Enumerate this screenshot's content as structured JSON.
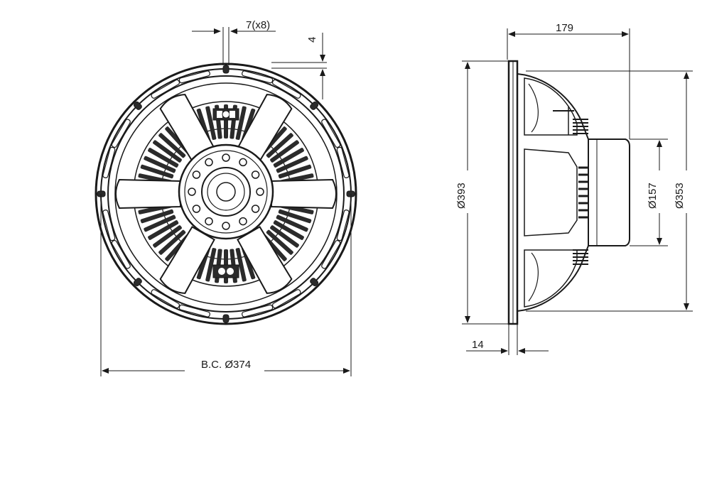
{
  "front_view": {
    "hole_size_label": "7(x8)",
    "offset_label": "4",
    "bolt_circle_label": "B.C. Ø374"
  },
  "side_view": {
    "depth_label": "179",
    "outer_diameter_label": "Ø393",
    "magnet_diameter_label": "Ø157",
    "cutout_diameter_label": "Ø353",
    "flange_thickness_label": "14"
  },
  "colors": {
    "line": "#1a1a1a",
    "fill_dark": "#2b2b2b",
    "background": "#ffffff"
  }
}
